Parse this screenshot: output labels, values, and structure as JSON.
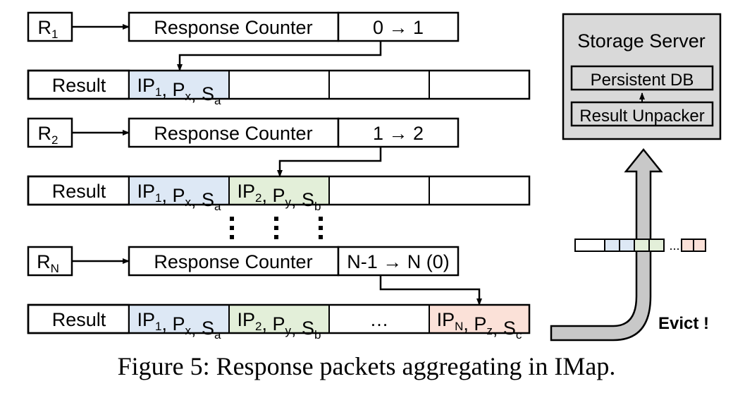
{
  "rows": [
    {
      "request": {
        "base": "R",
        "sub": "1"
      },
      "counter_label": "Response Counter",
      "counter_value": "0 → 1",
      "result_label": "Result",
      "cells": [
        {
          "parts": [
            [
              "IP",
              "1"
            ],
            [
              "P",
              "x"
            ],
            [
              "S",
              "a"
            ]
          ],
          "color": "blue"
        },
        {
          "text": "",
          "color": "white"
        },
        {
          "text": "",
          "color": "white"
        },
        {
          "text": "",
          "color": "white"
        }
      ]
    },
    {
      "request": {
        "base": "R",
        "sub": "2"
      },
      "counter_label": "Response Counter",
      "counter_value": "1 → 2",
      "result_label": "Result",
      "cells": [
        {
          "parts": [
            [
              "IP",
              "1"
            ],
            [
              "P",
              "x"
            ],
            [
              "S",
              "a"
            ]
          ],
          "color": "blue"
        },
        {
          "parts": [
            [
              "IP",
              "2"
            ],
            [
              "P",
              "y"
            ],
            [
              "S",
              "b"
            ]
          ],
          "color": "green"
        },
        {
          "text": "",
          "color": "white"
        },
        {
          "text": "",
          "color": "white"
        }
      ]
    },
    {
      "request": {
        "base": "R",
        "sub": "N"
      },
      "counter_label": "Response Counter",
      "counter_value": "N-1 → N (0)",
      "result_label": "Result",
      "cells": [
        {
          "parts": [
            [
              "IP",
              "1"
            ],
            [
              "P",
              "x"
            ],
            [
              "S",
              "a"
            ]
          ],
          "color": "blue"
        },
        {
          "parts": [
            [
              "IP",
              "2"
            ],
            [
              "P",
              "y"
            ],
            [
              "S",
              "b"
            ]
          ],
          "color": "green"
        },
        {
          "text": "…",
          "color": "white"
        },
        {
          "parts": [
            [
              "IP",
              "N"
            ],
            [
              "P",
              "z"
            ],
            [
              "S",
              "c"
            ]
          ],
          "color": "pink"
        }
      ]
    }
  ],
  "storage_server": {
    "title": "Storage Server",
    "db": "Persistent DB",
    "unpacker": "Result Unpacker"
  },
  "evict_label": "Evict !",
  "colors": {
    "blue": "#dde8f5",
    "green": "#e3efd9",
    "pink": "#fbe1d8",
    "server_bg": "#d9d9d9",
    "arrow_fill": "#c8c8c8"
  },
  "caption": "Figure 5: Response packets aggregating in IMap."
}
